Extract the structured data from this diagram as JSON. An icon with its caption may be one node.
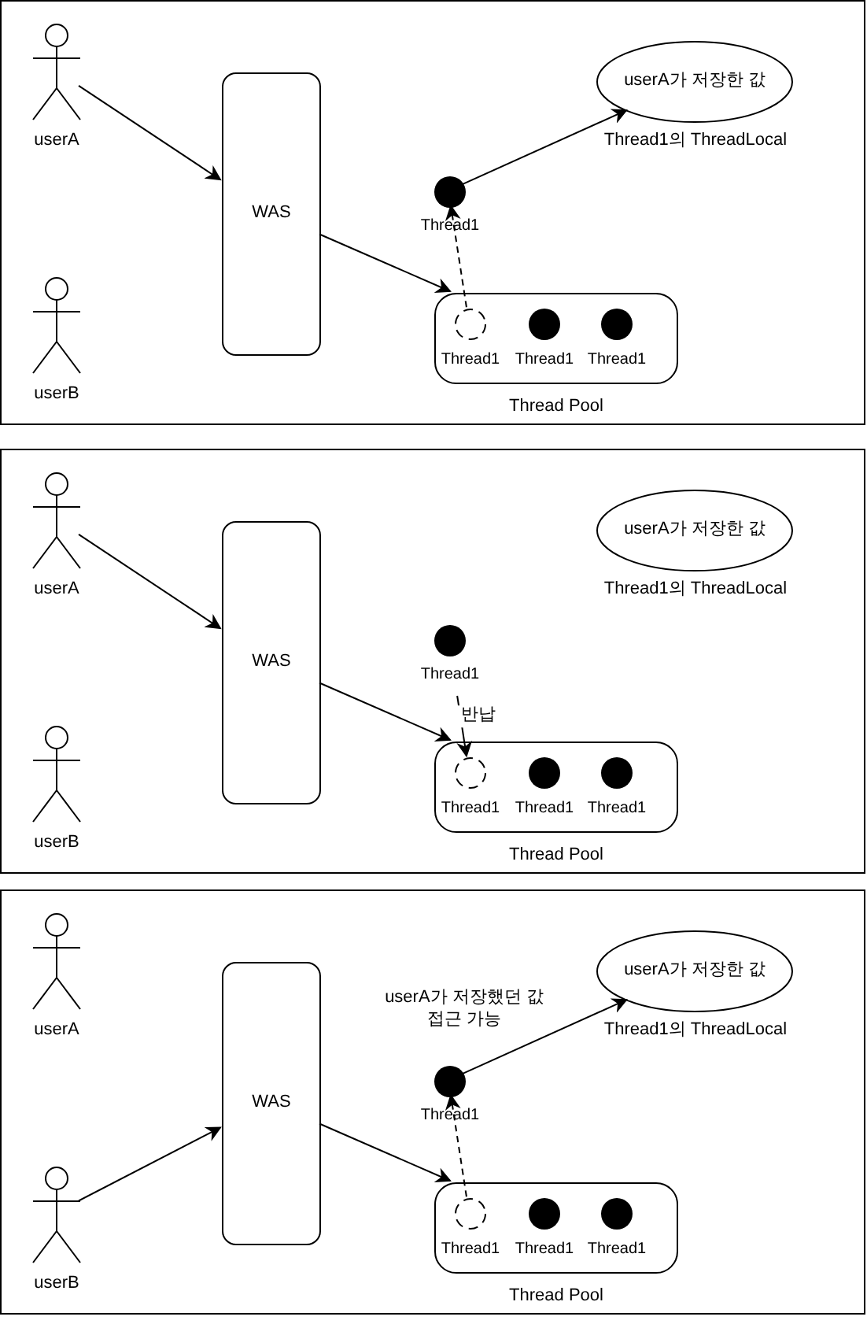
{
  "diagram": {
    "nodes": [
      {
        "text": [],
        "shape": "box"
      },
      {
        "text": [
          "userA"
        ],
        "in": 0
      },
      {
        "text": [
          "userB"
        ],
        "in": 0
      },
      {
        "text": [
          "WAS"
        ],
        "in": 0
      },
      {
        "text": [
          "userA가 저장한 값"
        ],
        "beside": [
          "Thread1의 ThreadLocal"
        ],
        "in": 0
      },
      {
        "text": [
          "Thread1"
        ],
        "in": 0
      },
      {
        "text": [
          "Thread Pool"
        ],
        "in": 0
      },
      {
        "text": [
          "Thread1"
        ],
        "in": 6
      },
      {
        "text": [
          "Thread1"
        ],
        "in": 6
      },
      {
        "text": [
          "Thread1"
        ],
        "in": 6
      },
      {
        "text": [],
        "shape": "box"
      },
      {
        "text": [
          "userA"
        ],
        "in": 10
      },
      {
        "text": [
          "userB"
        ],
        "in": 10
      },
      {
        "text": [
          "WAS"
        ],
        "in": 10
      },
      {
        "text": [
          "userA가 저장한 값"
        ],
        "beside": [
          "Thread1의 ThreadLocal"
        ],
        "in": 10
      },
      {
        "text": [
          "Thread1"
        ],
        "in": 10
      },
      {
        "text": [
          "Thread Pool"
        ],
        "in": 10
      },
      {
        "text": [
          "Thread1"
        ],
        "in": 16
      },
      {
        "text": [
          "Thread1"
        ],
        "in": 16
      },
      {
        "text": [
          "Thread1"
        ],
        "in": 16
      },
      {
        "text": [],
        "shape": "box"
      },
      {
        "text": [
          "userA"
        ],
        "in": 20
      },
      {
        "text": [
          "userB"
        ],
        "in": 20
      },
      {
        "text": [
          "WAS"
        ],
        "in": 20
      },
      {
        "text": [
          "userA가 저장한 값"
        ],
        "beside": [
          "Thread1의 ThreadLocal"
        ],
        "in": 20
      },
      {
        "text": [
          "Thread1"
        ],
        "in": 20
      },
      {
        "text": [
          "Thread Pool"
        ],
        "in": 20
      },
      {
        "text": [
          "Thread1"
        ],
        "in": 26
      },
      {
        "text": [
          "Thread1"
        ],
        "in": 26
      },
      {
        "text": [
          "Thread1"
        ],
        "in": 26
      }
    ],
    "edges": [
      {
        "from": 1,
        "to": 3,
        "arrow": "to"
      },
      {
        "from": 3,
        "to": 6,
        "arrow": "to"
      },
      {
        "from": 7,
        "to": 5,
        "arrow": "to",
        "style": "dashed"
      },
      {
        "from": 5,
        "to": 4,
        "arrow": "to"
      },
      {
        "from": 11,
        "to": 13,
        "arrow": "to"
      },
      {
        "from": 13,
        "to": 16,
        "arrow": "to"
      },
      {
        "from": 15,
        "to": 17,
        "arrow": "to",
        "label": "반납"
      },
      {
        "from": 22,
        "to": 23,
        "arrow": "to"
      },
      {
        "from": 23,
        "to": 26,
        "arrow": "to"
      },
      {
        "from": 27,
        "to": 25,
        "arrow": "to",
        "style": "dashed"
      },
      {
        "from": 25,
        "to": 24,
        "arrow": "to",
        "label": "userA가 저장했던 값 접근 가능"
      }
    ]
  }
}
